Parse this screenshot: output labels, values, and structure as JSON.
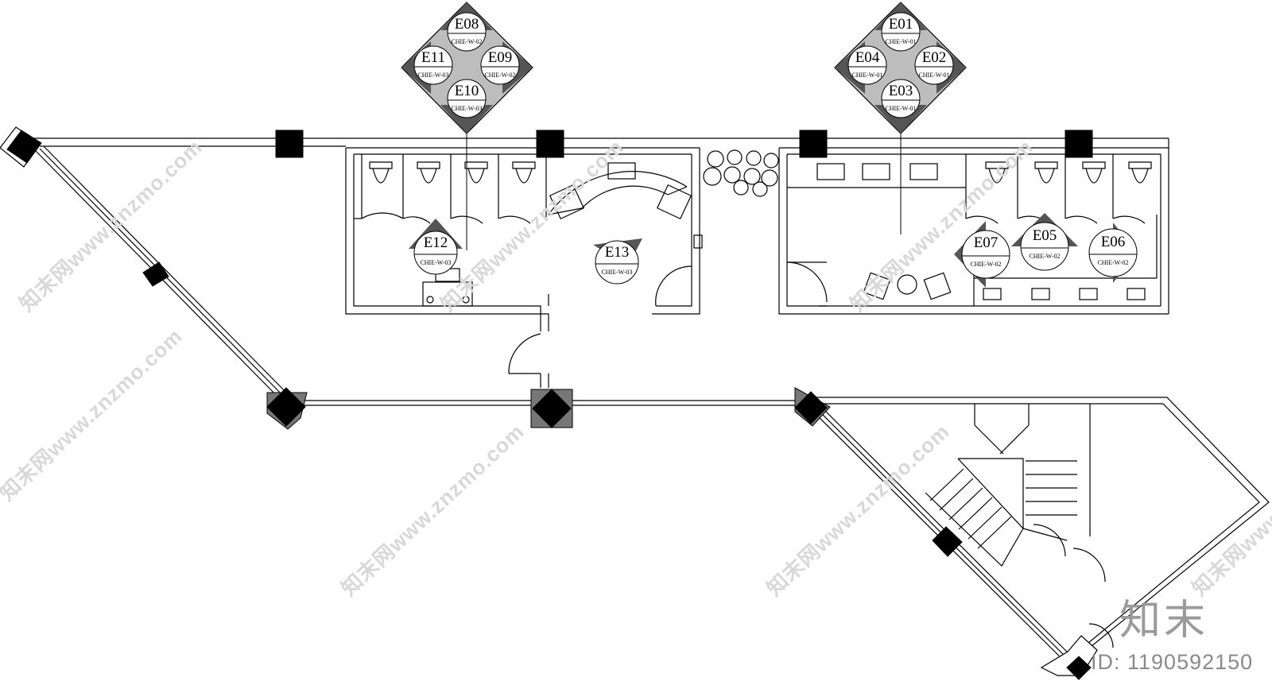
{
  "watermark": {
    "text": "知末网www.znzmo.com",
    "brand": "知末",
    "id_label": "ID: 1190592150"
  },
  "elevation_tags": {
    "cluster_left": [
      {
        "code": "E08",
        "sheet": "CHIE-W-02"
      },
      {
        "code": "E11",
        "sheet": "CHIE-W-03"
      },
      {
        "code": "E09",
        "sheet": "CHIE-W-02"
      },
      {
        "code": "E10",
        "sheet": "CHIE-W-03"
      }
    ],
    "cluster_right": [
      {
        "code": "E01",
        "sheet": "CHIE-W-01"
      },
      {
        "code": "E04",
        "sheet": "CHIE-W-01"
      },
      {
        "code": "E02",
        "sheet": "CHIE-W-01"
      },
      {
        "code": "E03",
        "sheet": "CHIE-W-01"
      }
    ],
    "singles": [
      {
        "code": "E12",
        "sheet": "CHIE-W-03"
      },
      {
        "code": "E13",
        "sheet": "CHIE-W-03"
      },
      {
        "code": "E07",
        "sheet": "CHIE-W-02"
      },
      {
        "code": "E05",
        "sheet": "CHIE-W-02"
      },
      {
        "code": "E06",
        "sheet": "CHIE-W-02"
      }
    ]
  }
}
